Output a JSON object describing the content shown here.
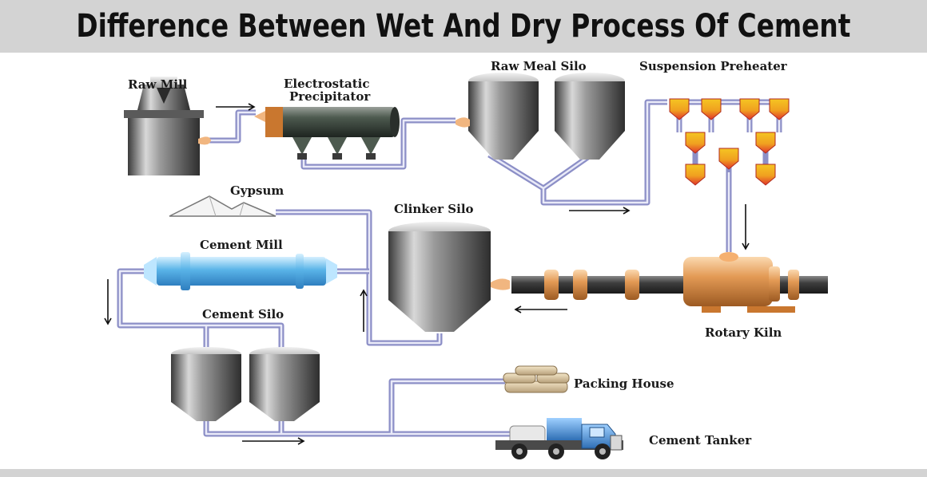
{
  "title": "Difference Between Wet And Dry Process Of Cement",
  "labels": {
    "raw_mill": "Raw Mill",
    "electrostatic_1": "Electrostatic",
    "electrostatic_2": "Precipitator",
    "raw_meal_silo": "Raw Meal Silo",
    "suspension_preheater": "Suspension Preheater",
    "gypsum": "Gypsum",
    "clinker_silo": "Clinker Silo",
    "cement_mill": "Cement Mill",
    "cement_silo": "Cement Silo",
    "rotary_kiln": "Rotary Kiln",
    "packing_house": "Packing House",
    "cement_tanker": "Cement Tanker"
  },
  "colors": {
    "banner": "#d3d3d3",
    "pipe": "#8c8fc7",
    "silo_steel": "#6f6f6f",
    "kiln_copper": "#e39a55",
    "preheater_red": "#e0342b",
    "preheater_yellow": "#f5c522",
    "cement_mill_blue": "#5ab4e8",
    "truck_blue": "#4a90d9"
  }
}
